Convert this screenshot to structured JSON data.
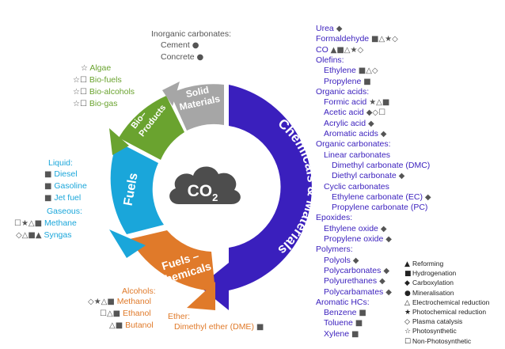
{
  "colors": {
    "chemicals": "#3a1fbd",
    "fuels": "#1aa6da",
    "bio": "#6aa32f",
    "fuels_chem": "#e07a2a",
    "solid": "#a6a6a6",
    "cloud": "#4d4d4d"
  },
  "center": {
    "label": "CO",
    "sub": "2"
  },
  "segments": {
    "chemicals": "Chemicals & Materials",
    "fuels": "Fuels",
    "fuels_chem_1": "Fuels –",
    "fuels_chem_2": "Chemicals",
    "bio_1": "Bio–",
    "bio_2": "Products",
    "solid_1": "Solid",
    "solid_2": "Materials"
  },
  "inorganic": {
    "title": "Inorganic carbonates:",
    "items": [
      {
        "name": "Cement",
        "sym": "●"
      },
      {
        "name": "Concrete",
        "sym": "●"
      }
    ]
  },
  "bio_list": [
    {
      "name": "Algae",
      "sym": "☆"
    },
    {
      "name": "Bio-fuels",
      "sym": "☆☐"
    },
    {
      "name": "Bio-alcohols",
      "sym": "☆☐"
    },
    {
      "name": "Bio-gas",
      "sym": "☆☐"
    }
  ],
  "fuels_list": {
    "liquid_title": "Liquid:",
    "liquid": [
      {
        "name": "Diesel",
        "sym": "■"
      },
      {
        "name": "Gasoline",
        "sym": "■"
      },
      {
        "name": "Jet fuel",
        "sym": "■"
      }
    ],
    "gaseous_title": "Gaseous:",
    "gaseous": [
      {
        "name": "Methane",
        "sym": "☐★△■"
      },
      {
        "name": "Syngas",
        "sym": "◇△■▲"
      }
    ]
  },
  "fuels_chem_list": {
    "alcohols_title": "Alcohols:",
    "alcohols": [
      {
        "name": "Methanol",
        "sym": "◇★△■"
      },
      {
        "name": "Ethanol",
        "sym": "☐△■"
      },
      {
        "name": "Butanol",
        "sym": "△■"
      }
    ],
    "ether_title": "Ether:",
    "ether_item": "Dimethyl ether (DME)",
    "ether_sym": "■"
  },
  "chem_list": [
    {
      "text": "Urea",
      "sym": "◆",
      "indent": 0
    },
    {
      "text": "Formaldehyde",
      "sym": "■△★◇",
      "indent": 0
    },
    {
      "text": "CO",
      "sym": "▲■△★◇",
      "indent": 0
    },
    {
      "text": "Olefins:",
      "sym": "",
      "indent": 0
    },
    {
      "text": "Ethylene",
      "sym": "■△◇",
      "indent": 1
    },
    {
      "text": "Propylene",
      "sym": "■",
      "indent": 1
    },
    {
      "text": "Organic acids:",
      "sym": "",
      "indent": 0
    },
    {
      "text": "Formic acid",
      "sym": "★△■",
      "indent": 1
    },
    {
      "text": "Acetic acid",
      "sym": "◆◇☐",
      "indent": 1
    },
    {
      "text": "Acrylic acid",
      "sym": "◆",
      "indent": 1
    },
    {
      "text": "Aromatic acids",
      "sym": "◆",
      "indent": 1
    },
    {
      "text": "Organic carbonates:",
      "sym": "",
      "indent": 0
    },
    {
      "text": "Linear carbonates",
      "sym": "",
      "indent": 1
    },
    {
      "text": "Dimethyl carbonate (DMC)",
      "sym": "",
      "indent": 2
    },
    {
      "text": "Diethyl carbonate",
      "sym": "◆",
      "indent": 2
    },
    {
      "text": "Cyclic carbonates",
      "sym": "",
      "indent": 1
    },
    {
      "text": "Ethylene carbonate (EC)",
      "sym": "◆",
      "indent": 2
    },
    {
      "text": "Propylene carbonate (PC)",
      "sym": "",
      "indent": 2
    },
    {
      "text": "Epoxides:",
      "sym": "",
      "indent": 0
    },
    {
      "text": "Ethylene oxide",
      "sym": "◆",
      "indent": 1
    },
    {
      "text": "Propylene oxide",
      "sym": "◆",
      "indent": 1
    },
    {
      "text": "Polymers:",
      "sym": "",
      "indent": 0
    },
    {
      "text": "Polyols",
      "sym": "◆",
      "indent": 1
    },
    {
      "text": "Polycarbonates",
      "sym": "◆",
      "indent": 1
    },
    {
      "text": "Polyurethanes",
      "sym": "◆",
      "indent": 1
    },
    {
      "text": "Polycarbamates",
      "sym": "◆",
      "indent": 1
    },
    {
      "text": "Aromatic HCs:",
      "sym": "",
      "indent": 0
    },
    {
      "text": "Benzene",
      "sym": "■",
      "indent": 1
    },
    {
      "text": "Toluene",
      "sym": "■",
      "indent": 1
    },
    {
      "text": "Xylene",
      "sym": "■",
      "indent": 1
    }
  ],
  "legend": [
    {
      "sym": "▲",
      "label": "Reforming"
    },
    {
      "sym": "■",
      "label": "Hydrogenation"
    },
    {
      "sym": "◆",
      "label": "Carboxylation"
    },
    {
      "sym": "●",
      "label": "Mineralisation"
    },
    {
      "sym": "△",
      "label": "Electrochemical reduction"
    },
    {
      "sym": "★",
      "label": "Photochemical reduction"
    },
    {
      "sym": "◇",
      "label": "Plasma catalysis"
    },
    {
      "sym": "☆",
      "label": "Photosynthetic"
    },
    {
      "sym": "☐",
      "label": "Non-Photosynthetic"
    }
  ]
}
